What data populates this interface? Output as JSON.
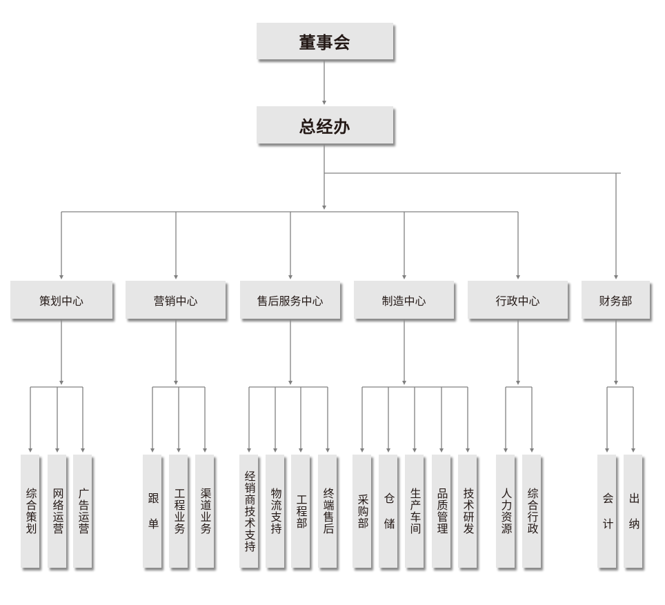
{
  "board": "董事会",
  "gm_office": "总经办",
  "line_color": "#808080",
  "box_color": "#e6e6e6",
  "departments": [
    {
      "name": "策划中心",
      "units": [
        "综合策划",
        "网络运营",
        "广告运营"
      ]
    },
    {
      "name": "营销中心",
      "units": [
        "跟 单",
        "工程业务",
        "渠道业务"
      ]
    },
    {
      "name": "售后服务中心",
      "units": [
        "经销商技术支持",
        "物流支持",
        "工程部",
        "终端售后"
      ]
    },
    {
      "name": "制造中心",
      "units": [
        "采购部",
        "仓 储",
        "生产车间",
        "品质管理",
        "技术研发"
      ]
    },
    {
      "name": "行政中心",
      "units": [
        "人力资源",
        "综合行政"
      ]
    },
    {
      "name": "财务部",
      "units": [
        "会 计",
        "出 纳"
      ]
    }
  ]
}
